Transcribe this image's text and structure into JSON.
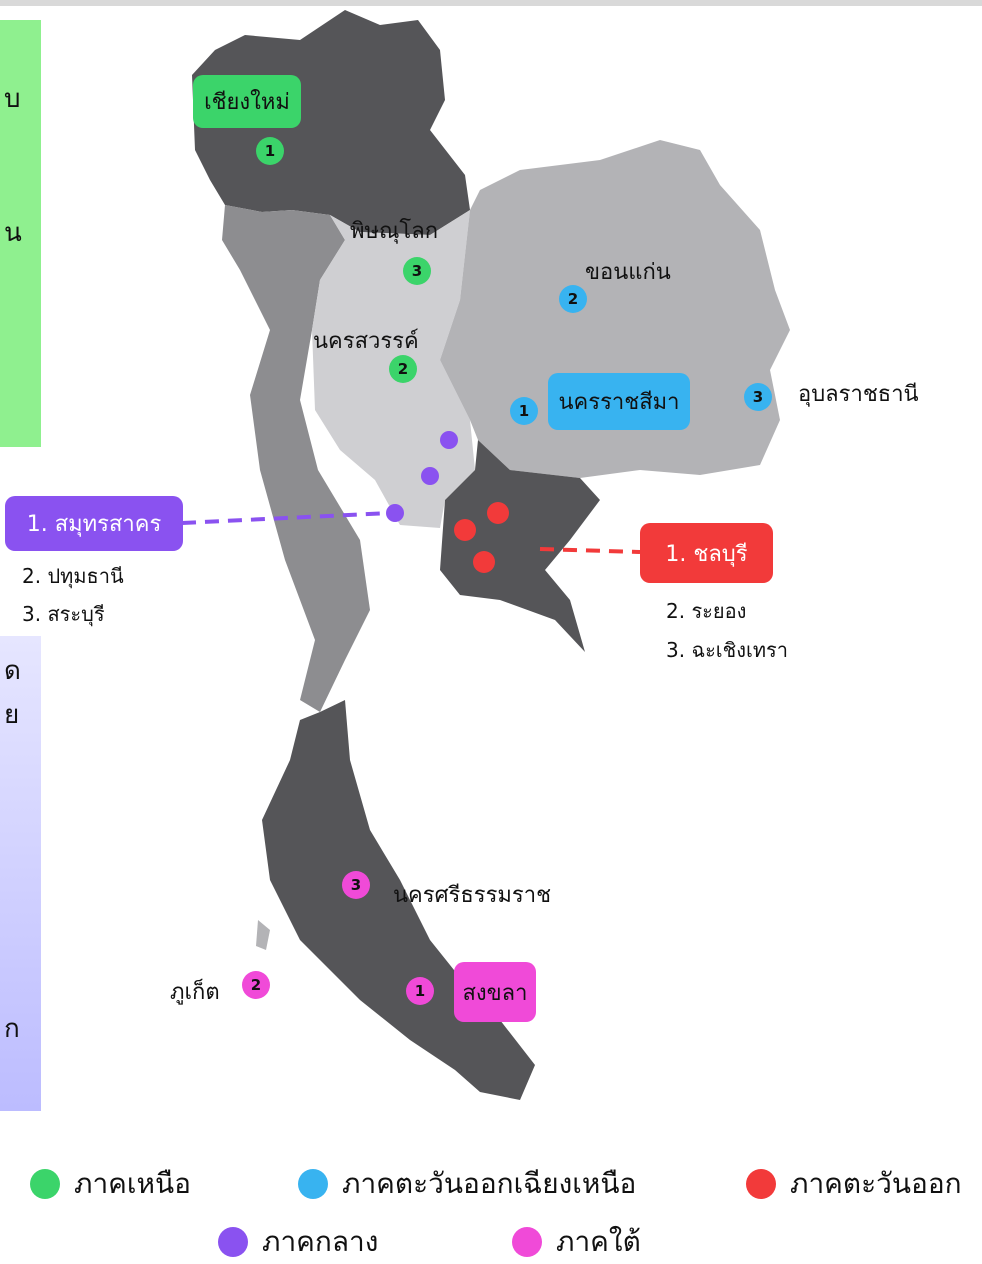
{
  "colors": {
    "north": "#3bd46a",
    "northeast": "#38b3f0",
    "east": "#f23a3a",
    "central": "#8a52f0",
    "south": "#f04ad8",
    "region_dark": "#555558",
    "region_mid": "#8d8d90",
    "region_light": "#b3b3b6",
    "region_lightest": "#cfcfd2"
  },
  "side_fragments": [
    "บ",
    "น",
    "ด",
    "ย",
    "ก"
  ],
  "north": {
    "chiang_mai": "เชียงใหม่",
    "phitsanulok": "พิษณุโลก",
    "nakhon_sawan": "นครสวรรค์",
    "rank_chiang_mai": "1",
    "rank_nakhon_sawan": "2",
    "rank_phitsanulok": "3"
  },
  "northeast": {
    "khon_kaen": "ขอนแก่น",
    "nakhon_ratchasima": "นครราชสีมา",
    "ubon": "อุบลราชธานี",
    "rank_nakhon_ratchasima": "1",
    "rank_khon_kaen": "2",
    "rank_ubon": "3"
  },
  "central": {
    "first": "1. สมุทรสาคร",
    "second": "2. ปทุมธานี",
    "third": "3. สระบุรี"
  },
  "east": {
    "first": "1. ชลบุรี",
    "second": "2. ระยอง",
    "third": "3. ฉะเชิงเทรา"
  },
  "south": {
    "songkhla": "สงขลา",
    "phuket": "ภูเก็ต",
    "nakhon_si": "นครศรีธรรมราช",
    "rank_songkhla": "1",
    "rank_phuket": "2",
    "rank_nakhon_si": "3"
  },
  "legend": {
    "north": "ภาคเหนือ",
    "northeast": "ภาคตะวันออกเฉียงเหนือ",
    "east": "ภาคตะวันออก",
    "central": "ภาคกลาง",
    "south": "ภาคใต้"
  }
}
